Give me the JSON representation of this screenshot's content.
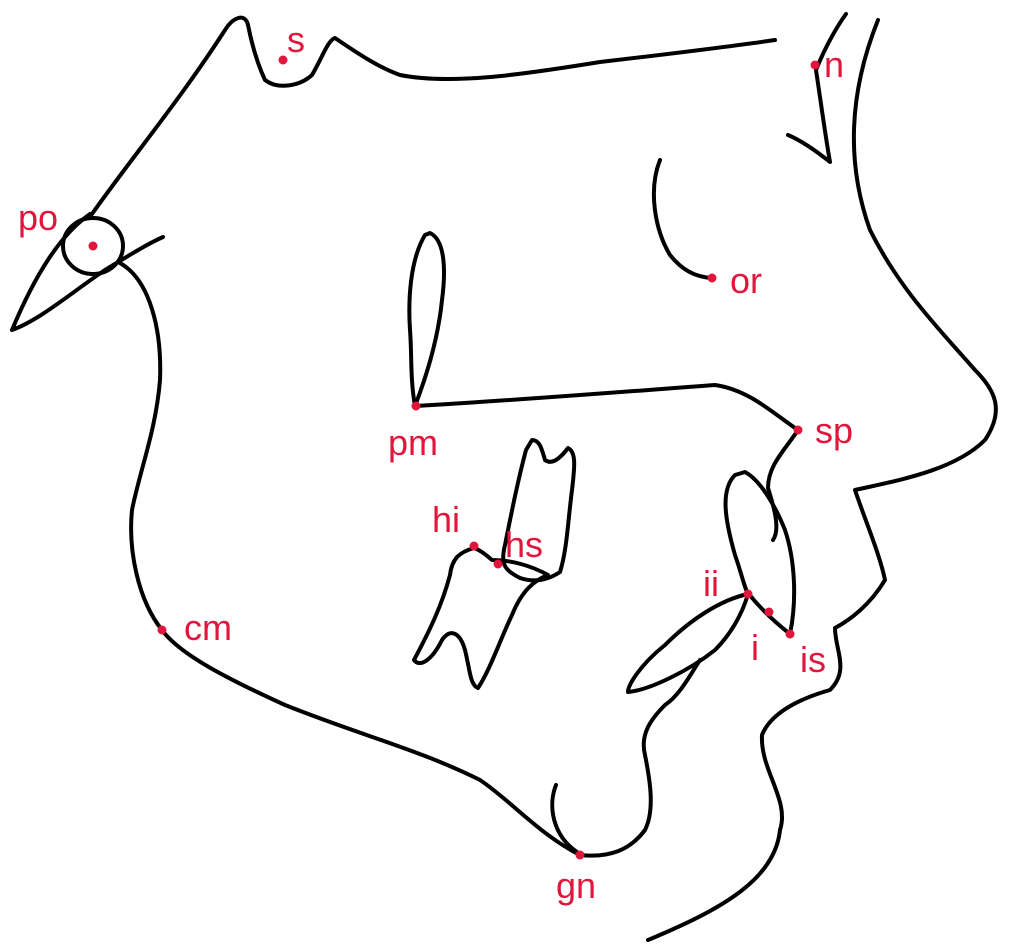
{
  "diagram": {
    "line_color": "#000000",
    "landmark_color": "#e0163c",
    "landmarks": [
      {
        "id": "s",
        "label": "s"
      },
      {
        "id": "n",
        "label": "n"
      },
      {
        "id": "po",
        "label": "po"
      },
      {
        "id": "or",
        "label": "or"
      },
      {
        "id": "pm",
        "label": "pm"
      },
      {
        "id": "sp",
        "label": "sp"
      },
      {
        "id": "hi",
        "label": "hi"
      },
      {
        "id": "hs",
        "label": "hs"
      },
      {
        "id": "ii",
        "label": "ii"
      },
      {
        "id": "i",
        "label": "i"
      },
      {
        "id": "is",
        "label": "is"
      },
      {
        "id": "cm",
        "label": "cm"
      },
      {
        "id": "gn",
        "label": "gn"
      }
    ]
  }
}
